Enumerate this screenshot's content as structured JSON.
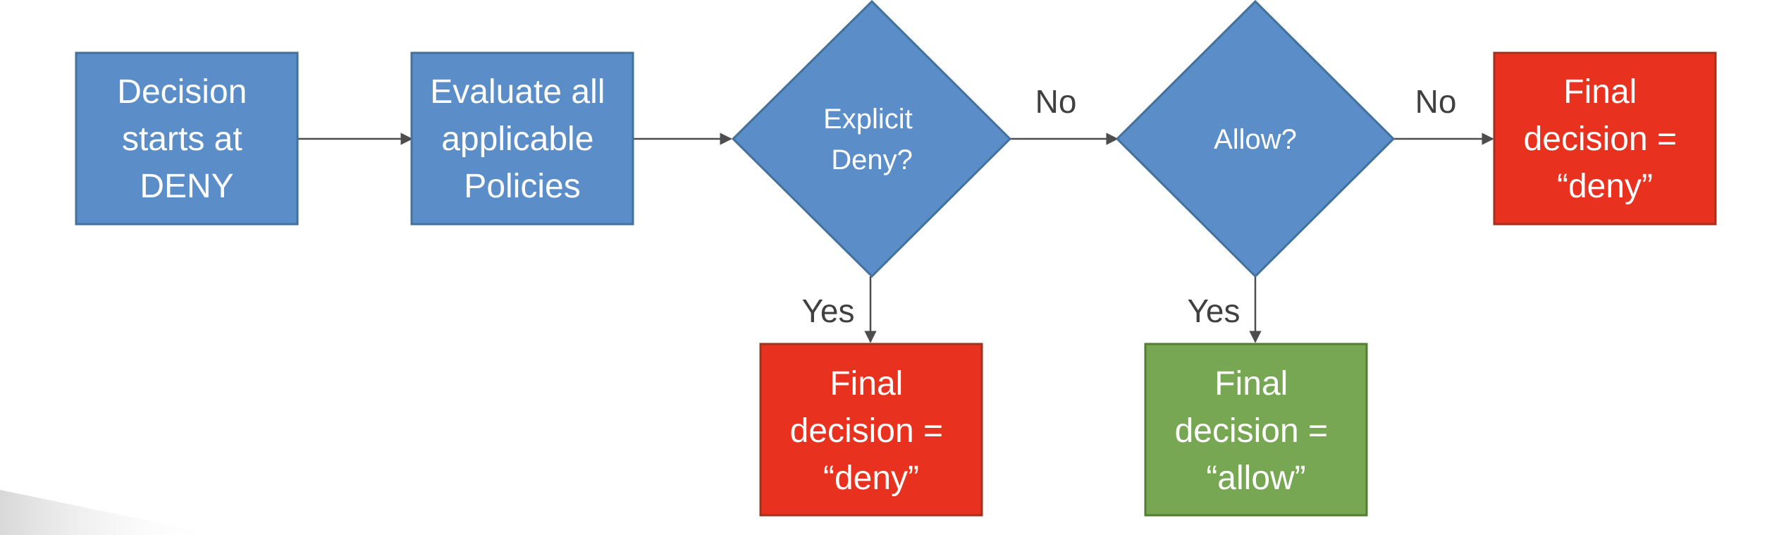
{
  "nodes": {
    "start": {
      "lines": [
        "Decision",
        "starts at",
        "DENY"
      ]
    },
    "evaluate": {
      "lines": [
        "Evaluate all",
        "applicable",
        "Policies"
      ]
    },
    "explicit_deny": {
      "lines": [
        "Explicit",
        "Deny?"
      ]
    },
    "allow_check": {
      "lines": [
        "Allow?"
      ]
    },
    "final_deny_right": {
      "lines": [
        "Final",
        "decision =",
        "“deny”"
      ]
    },
    "final_deny_bottom": {
      "lines": [
        "Final",
        "decision =",
        "“deny”"
      ]
    },
    "final_allow": {
      "lines": [
        "Final",
        "decision =",
        "“allow”"
      ]
    }
  },
  "edges": {
    "explicit_no": "No",
    "allow_no": "No",
    "explicit_yes": "Yes",
    "allow_yes": "Yes"
  },
  "colors": {
    "process": "#5b8ec9",
    "deny": "#e8321f",
    "allow": "#77a752"
  }
}
